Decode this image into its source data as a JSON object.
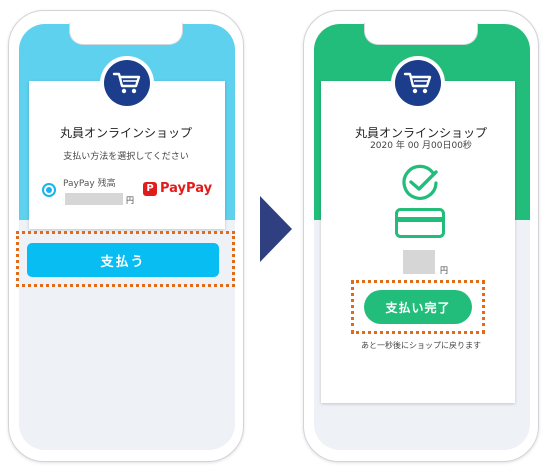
{
  "colors": {
    "left_header": "#5ed1ee",
    "right_header": "#23bd7b",
    "pay_button": "#07bdf2",
    "complete_button": "#23bd7b",
    "logo_circle": "#1b3d8c",
    "highlight_frame": "#e06c1a",
    "paypay_red": "#e01c1c",
    "arrow": "#2f3f7f"
  },
  "left_screen": {
    "shop_name": "丸員オンラインショップ",
    "instruction": "支払い方法を選択してください",
    "payment_option": {
      "label": "PayPay 残高",
      "currency": "円",
      "brand_mark": "P",
      "brand_name": "PayPay"
    },
    "pay_button_label": "支払う"
  },
  "right_screen": {
    "shop_name": "丸員オンラインショップ",
    "datetime": "2020 年 00 月00日00秒",
    "currency": "円",
    "complete_button_label": "支払い完了",
    "return_message": "あと一秒後にショップに戻ります"
  },
  "icons": {
    "shop_logo": "shopping-cart-icon",
    "success": "check-circle-icon",
    "card": "credit-card-icon",
    "flow_arrow": "arrow-right-icon"
  }
}
